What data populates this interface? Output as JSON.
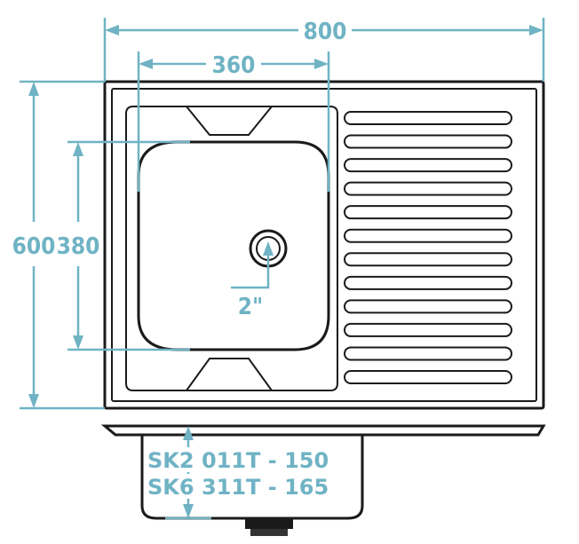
{
  "dimensions": {
    "total_width": "800",
    "bowl_width": "360",
    "total_depth": "600",
    "bowl_depth": "380",
    "drain_size": "2\""
  },
  "models": [
    "SK2 011T - 150",
    "SK6 311T - 165"
  ],
  "colors": {
    "dimension": "#6fb3c4",
    "outline": "#1a1a1a"
  },
  "drainer": {
    "groove_count": 12
  }
}
